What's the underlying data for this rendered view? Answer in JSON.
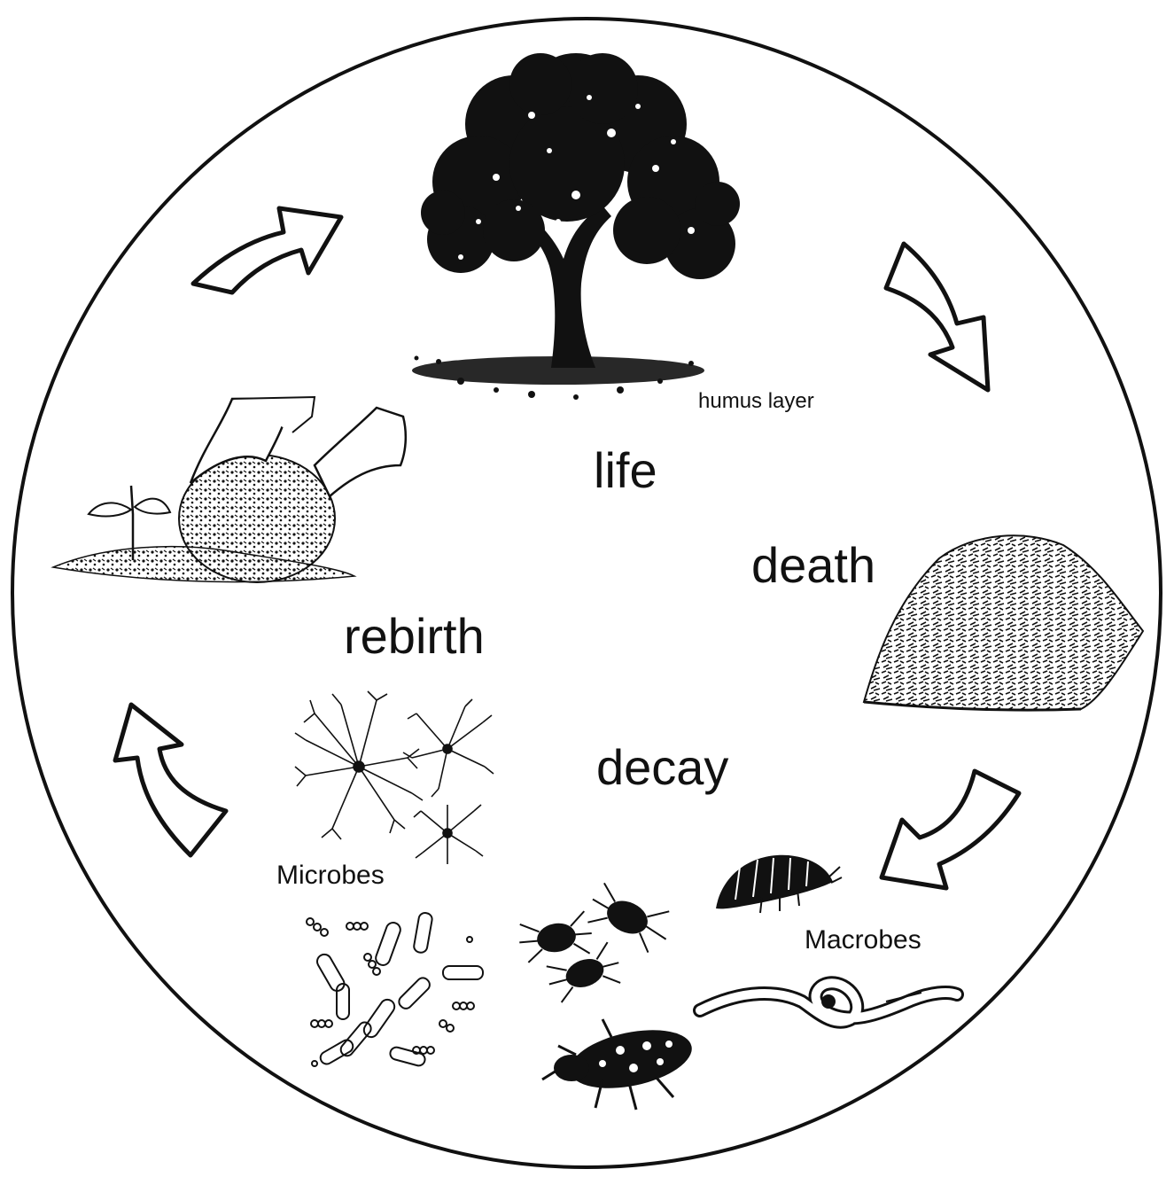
{
  "stages": {
    "life": "life",
    "death": "death",
    "decay": "decay",
    "rebirth": "rebirth"
  },
  "annotations": {
    "humus": "humus layer",
    "microbes": "Microbes",
    "macrobes": "Macrobes"
  },
  "colors": {
    "ink": "#111111",
    "background": "#ffffff"
  },
  "icons": [
    "tree-icon",
    "leaf-pile-icon",
    "hands-compost-icon",
    "fungi-icon",
    "bacteria-icon",
    "mite-icon",
    "woodlouse-icon",
    "earthworm-icon",
    "beetle-icon",
    "cycle-arrow-icon"
  ]
}
